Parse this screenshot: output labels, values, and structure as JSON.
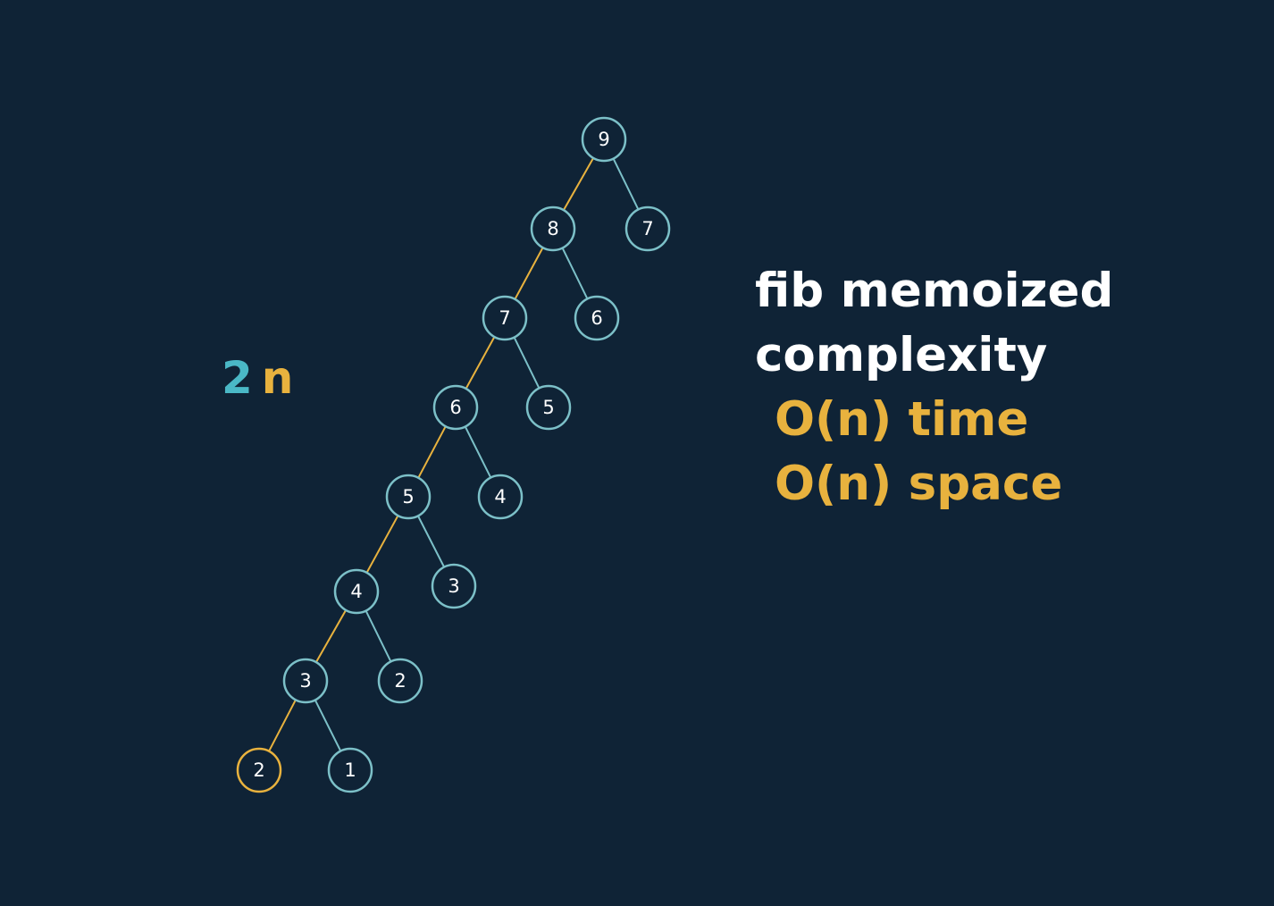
{
  "colors": {
    "background": "#0f2336",
    "node": "#7cc0c8",
    "highlight": "#e8b23e",
    "text": "#ffffff",
    "coefficient": "#4ab8c6"
  },
  "tree": {
    "nodes": [
      {
        "id": "n9",
        "label": "9",
        "highlight": false
      },
      {
        "id": "n8",
        "label": "8",
        "highlight": false
      },
      {
        "id": "r7",
        "label": "7",
        "highlight": false
      },
      {
        "id": "n7",
        "label": "7",
        "highlight": false
      },
      {
        "id": "r6",
        "label": "6",
        "highlight": false
      },
      {
        "id": "n6",
        "label": "6",
        "highlight": false
      },
      {
        "id": "r5",
        "label": "5",
        "highlight": false
      },
      {
        "id": "n5",
        "label": "5",
        "highlight": false
      },
      {
        "id": "r4",
        "label": "4",
        "highlight": false
      },
      {
        "id": "n4",
        "label": "4",
        "highlight": false
      },
      {
        "id": "r3",
        "label": "3",
        "highlight": false
      },
      {
        "id": "n3",
        "label": "3",
        "highlight": false
      },
      {
        "id": "r2",
        "label": "2",
        "highlight": false
      },
      {
        "id": "n2",
        "label": "2",
        "highlight": true
      },
      {
        "id": "r1",
        "label": "1",
        "highlight": false
      }
    ],
    "edges": [
      {
        "from": "n9",
        "to": "n8",
        "highlight": true
      },
      {
        "from": "n9",
        "to": "r7",
        "highlight": false
      },
      {
        "from": "n8",
        "to": "n7",
        "highlight": true
      },
      {
        "from": "n8",
        "to": "r6",
        "highlight": false
      },
      {
        "from": "n7",
        "to": "n6",
        "highlight": true
      },
      {
        "from": "n7",
        "to": "r5",
        "highlight": false
      },
      {
        "from": "n6",
        "to": "n5",
        "highlight": true
      },
      {
        "from": "n6",
        "to": "r4",
        "highlight": false
      },
      {
        "from": "n5",
        "to": "n4",
        "highlight": true
      },
      {
        "from": "n5",
        "to": "r3",
        "highlight": false
      },
      {
        "from": "n4",
        "to": "n3",
        "highlight": true
      },
      {
        "from": "n4",
        "to": "r2",
        "highlight": false
      },
      {
        "from": "n3",
        "to": "n2",
        "highlight": true
      },
      {
        "from": "n3",
        "to": "r1",
        "highlight": false
      }
    ]
  },
  "bound": {
    "coefficient": "2",
    "variable": "n"
  },
  "title": {
    "line1": "fib memoized",
    "line2": "complexity",
    "time": "O(n) time",
    "space": "O(n) space"
  }
}
